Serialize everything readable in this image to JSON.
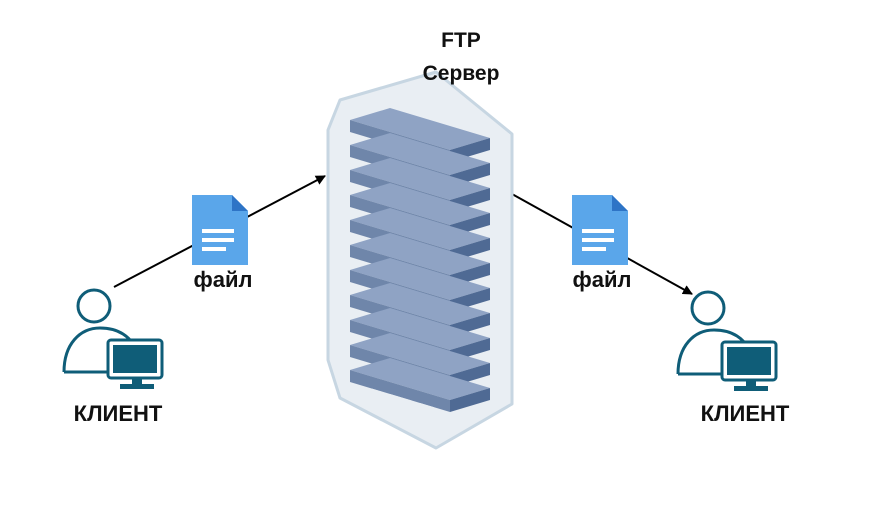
{
  "server": {
    "title_line1": "FTP",
    "title_line2": "Сервер",
    "icon": "server-rack-icon"
  },
  "clients": {
    "left": {
      "label": "КЛИЕНТ",
      "icon": "user-with-monitor-icon"
    },
    "right": {
      "label": "КЛИЕНТ",
      "icon": "user-with-monitor-icon"
    }
  },
  "files": {
    "upload": {
      "label": "файл",
      "icon": "document-icon"
    },
    "download": {
      "label": "файл",
      "icon": "document-icon"
    }
  },
  "colors": {
    "client": "#0f5d78",
    "server_unit": "#6f86aa",
    "server_case": "#e9eef3",
    "document": "#5aa6ea",
    "arrow": "#000000"
  }
}
